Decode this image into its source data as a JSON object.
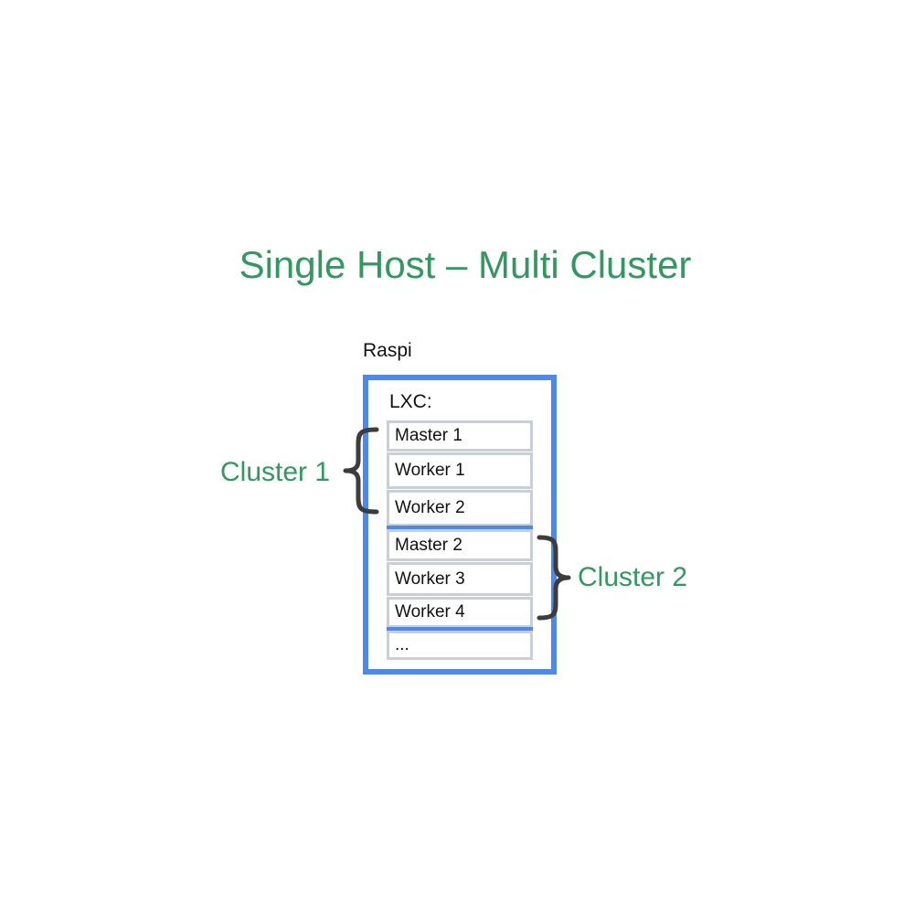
{
  "title": "Single Host – Multi Cluster",
  "host": {
    "label": "Raspi",
    "container_label": "LXC:"
  },
  "nodes": [
    {
      "label": "Master 1"
    },
    {
      "label": "Worker 1"
    },
    {
      "label": "Worker 2"
    },
    {
      "label": "Master 2"
    },
    {
      "label": "Worker 3"
    },
    {
      "label": "Worker 4"
    },
    {
      "label": "..."
    }
  ],
  "clusters": [
    {
      "label": "Cluster 1"
    },
    {
      "label": "Cluster 2"
    }
  ],
  "colors": {
    "accent_green": "#2e9a5e",
    "host_border": "#4a8af0",
    "node_border": "#c9cfd8",
    "brace": "#3c3c3c"
  }
}
